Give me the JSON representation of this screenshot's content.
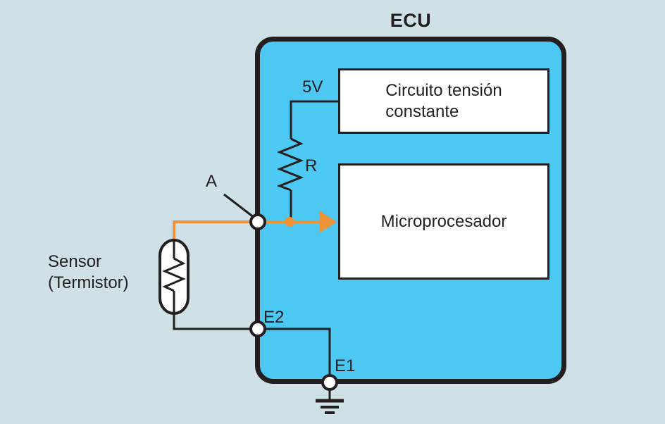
{
  "diagram": {
    "title": "ECU",
    "blocks": {
      "constant_voltage": {
        "line1": "Circuito tensión",
        "line2": "constante"
      },
      "microprocessor": {
        "label": "Microprocesador"
      }
    },
    "labels": {
      "supply_voltage": "5V",
      "resistor": "R",
      "terminal_a": "A",
      "terminal_e2": "E2",
      "terminal_e1": "E1"
    },
    "sensor": {
      "line1": "Sensor",
      "line2": "(Termistor)"
    },
    "colors": {
      "background": "#cfe0e7",
      "ecu_fill": "#4dc8f2",
      "outline": "#231f20",
      "block_fill": "#ffffff",
      "signal_wire": "#ee9338"
    }
  }
}
